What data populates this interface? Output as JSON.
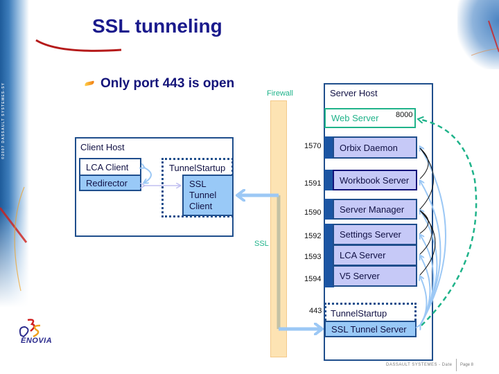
{
  "slide": {
    "title": "SSL tunneling",
    "bullet": "Only port 443 is open",
    "copyright_vertical": "©2007 DASSAULT SYSTEMES-SY"
  },
  "firewall": {
    "label": "Firewall",
    "protocol_label": "SSL"
  },
  "client_host": {
    "label": "Client Host",
    "lca_client": "LCA Client",
    "redirector": "Redirector",
    "tunnel_startup": "TunnelStartup",
    "ssl_tunnel_client": [
      "SSL",
      "Tunnel",
      "Client"
    ]
  },
  "server_host": {
    "label": "Server Host",
    "web_server": {
      "label": "Web Server",
      "port": "8000"
    },
    "servers": [
      {
        "label": "Orbix Daemon",
        "port": "1570"
      },
      {
        "label": "Workbook Server",
        "port": "1591"
      },
      {
        "label": "Server Manager",
        "port": "1590"
      },
      {
        "label": "Settings Server",
        "port": "1592"
      },
      {
        "label": "LCA Server",
        "port": "1593"
      },
      {
        "label": "V5 Server",
        "port": "1594"
      }
    ],
    "tunnel_startup": "TunnelStartup",
    "tunnel_port": "443",
    "ssl_tunnel_server": "SSL Tunnel Server"
  },
  "colors": {
    "title": "#1a1a8c",
    "box_border": "#1f4e8c",
    "box_blue": "#99c9f7",
    "box_lavender": "#c6c9f7",
    "web_server_accent": "#1fb38a",
    "firewall": "#fde3b3",
    "arrow_light_blue": "#9cc8f5"
  },
  "footer": {
    "company": "DASSAULT SYSTEMES - Date",
    "page": "Page 8"
  },
  "logo": {
    "brand": "ENOVIA"
  }
}
